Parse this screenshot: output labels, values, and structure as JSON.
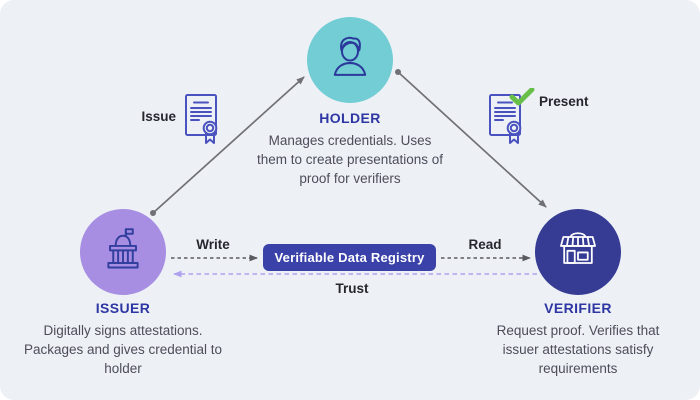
{
  "card": {
    "nodes": {
      "holder": {
        "label": "HOLDER",
        "description": "Manages credentials. Uses them to create presentations of proof for verifiers"
      },
      "issuer": {
        "label": "ISSUER",
        "description": "Digitally signs attestations. Packages and gives credential to holder"
      },
      "verifier": {
        "label": "VERIFIER",
        "description": "Request proof. Verifies that issuer attestations satisfy requirements"
      }
    },
    "registry_label": "Verifiable Data Registry",
    "edge_labels": {
      "issue": "Issue",
      "present": "Present",
      "write": "Write",
      "read": "Read",
      "trust": "Trust"
    },
    "icons": {
      "holder": "person-icon",
      "issuer": "government-building-icon",
      "verifier": "storefront-icon",
      "issue": "certificate-icon",
      "present": "certificate-check-icon"
    },
    "colors": {
      "background": "#edf1f6",
      "holder_circle": "#72cdd4",
      "issuer_circle": "#a78ee2",
      "verifier_circle": "#363c94",
      "registry_box": "#3a41a8",
      "role_label": "#2e36a3",
      "body_text": "#4d4d59",
      "solid_arrow": "#707076",
      "dashed_arrow": "#5a5a61",
      "trust_arrow": "#b0a1ee",
      "check_mark": "#67bf4a"
    }
  }
}
